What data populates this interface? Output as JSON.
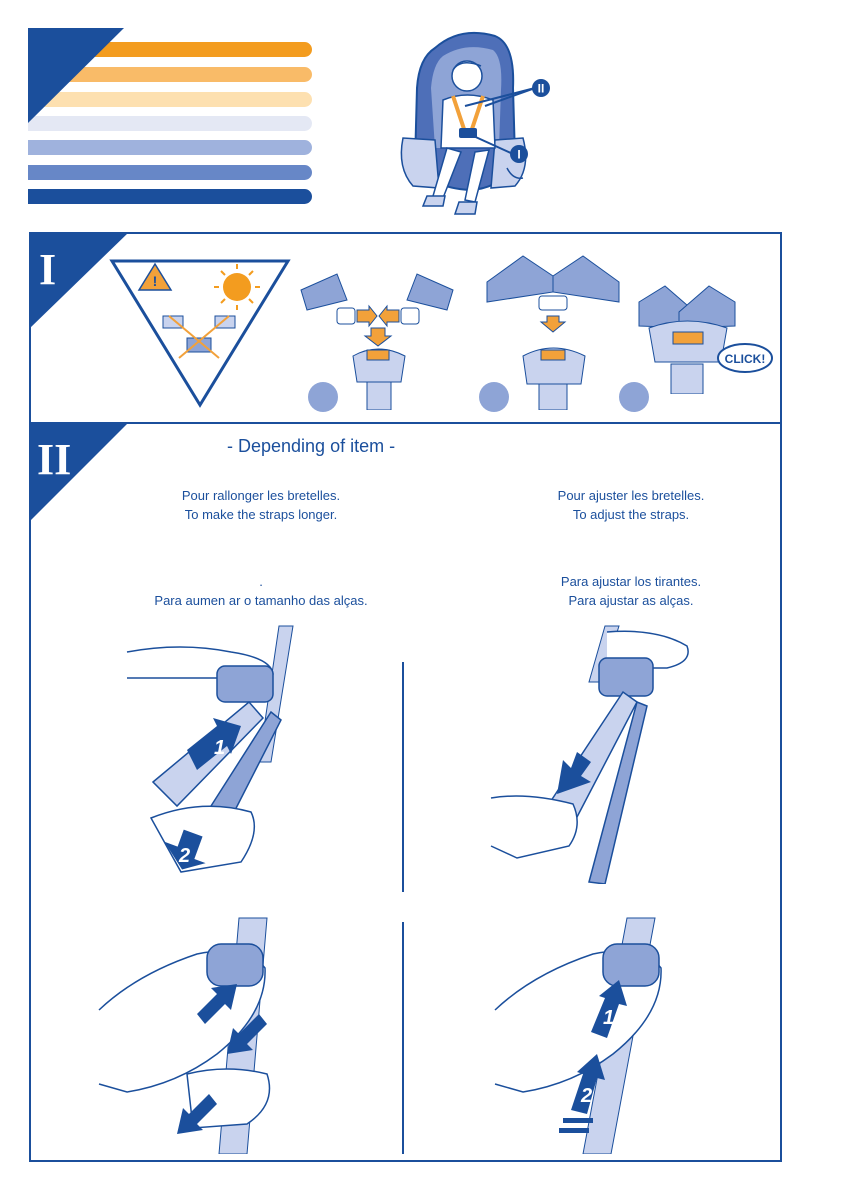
{
  "colors": {
    "brand_blue": "#1b4f9c",
    "light_blue": "#c9d3ee",
    "mid_blue": "#8ea4d6",
    "orange": "#f2a13a",
    "stripes": [
      "#f39c1f",
      "#f9bb68",
      "#fde0b0",
      "#e4e8f4",
      "#9fb2dd",
      "#6787c7",
      "#1b4f9c"
    ]
  },
  "callouts": {
    "harness_marker": "II",
    "buckle_marker": "I"
  },
  "section1": {
    "roman": "I",
    "click_label": "CLICK!",
    "icons": [
      "warning-icon",
      "sun-icon"
    ]
  },
  "section2": {
    "roman": "II",
    "title": "- Depending of item -",
    "left": {
      "fr": "Pour rallonger les bretelles.",
      "en": "To make the straps longer.",
      "es": ".",
      "pt": "Para aumen ar o tamanho das alças."
    },
    "right": {
      "fr": "Pour ajuster les bretelles.",
      "en": "To adjust the straps.",
      "es": "Para ajustar los tirantes.",
      "pt": "Para ajustar as alças."
    },
    "step_numbers": [
      "1",
      "2"
    ]
  }
}
